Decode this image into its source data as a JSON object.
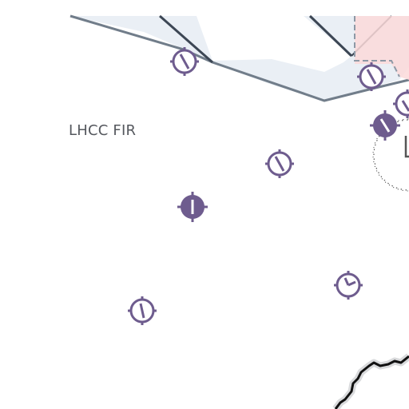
{
  "map": {
    "fir_label": "LHCC FIR",
    "colors": {
      "background": "#ffffff",
      "airspace_fill": "#e8edf4",
      "airspace_border": "#717d8a",
      "restricted_fill": "#fbd9d9",
      "restricted_border": "#8d99a6",
      "symbol_color": "#6e5c8e",
      "coastline": "#111111"
    },
    "symbols": [
      {
        "type": "open",
        "name": "airfield-symbol"
      },
      {
        "type": "open",
        "name": "airfield-symbol"
      },
      {
        "type": "open",
        "name": "airfield-symbol"
      },
      {
        "type": "open",
        "name": "airfield-symbol"
      },
      {
        "type": "filled",
        "name": "airport-symbol"
      },
      {
        "type": "open",
        "name": "airfield-symbol"
      },
      {
        "type": "filled",
        "name": "airport-symbol"
      },
      {
        "type": "open",
        "name": "airfield-symbol"
      },
      {
        "type": "open",
        "name": "airfield-symbol"
      }
    ]
  }
}
